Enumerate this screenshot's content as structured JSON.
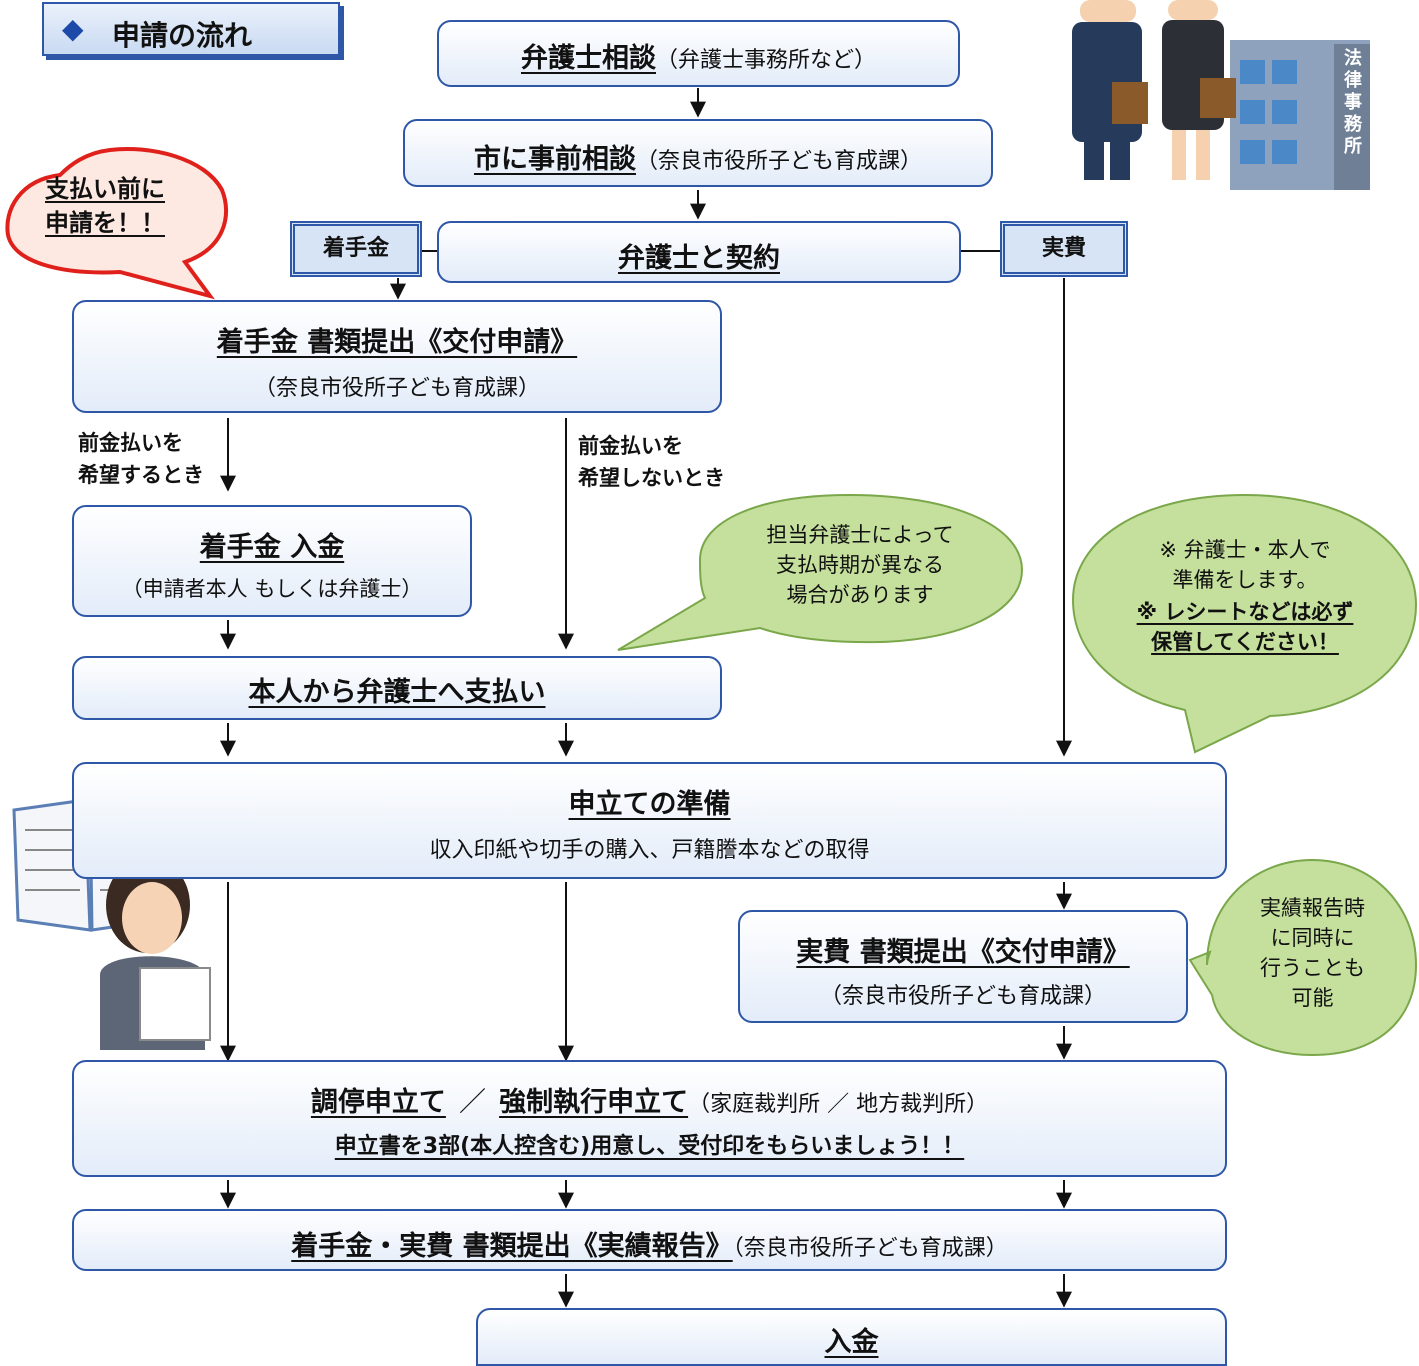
{
  "header": {
    "icon": "◆",
    "title": "申請の流れ"
  },
  "steps": {
    "consult": {
      "title": "弁護士相談",
      "sub": "（弁護士事務所など）"
    },
    "pre_consult": {
      "title": "市に事前相談",
      "sub": "（奈良市役所子ども育成課）"
    },
    "contract": {
      "title": "弁護士と契約"
    },
    "fee_application": {
      "title": "着手金 書類提出《交付申請》",
      "sub": "（奈良市役所子ども育成課）"
    },
    "fee_payment": {
      "title": "着手金 入金",
      "sub": "（申請者本人 もしくは弁護士）"
    },
    "pay_lawyer": {
      "title": "本人から弁護士へ支払い"
    },
    "prep": {
      "title": "申立ての準備",
      "sub": "収入印紙や切手の購入、戸籍謄本などの取得"
    },
    "actual_application": {
      "title": "実費 書類提出《交付申請》",
      "sub": "（奈良市役所子ども育成課）"
    },
    "petition": {
      "title1": "調停申立て",
      "sep": "／",
      "title2": "強制執行申立て",
      "sub": "（家庭裁判所 ／ 地方裁判所）",
      "note": "申立書を3部(本人控含む)用意し、受付印をもらいましょう！！"
    },
    "report": {
      "title": "着手金・実費 書類提出《実績報告》",
      "sub": "（奈良市役所子ども育成課）"
    },
    "payment": {
      "title": "入金"
    }
  },
  "tags": {
    "fee": "着手金",
    "actual": "実費"
  },
  "branch_labels": {
    "want_advance": "前金払いを\n希望するとき",
    "no_advance": "前金払いを\n希望しないとき"
  },
  "bubbles": {
    "red": "支払い前に\n申請を！！",
    "timing": "担当弁護士によって\n支払時期が異なる\n場合があります",
    "receipts_1": "※ 弁護士・本人で\n準備をします。",
    "receipts_2": "※ レシートなどは必ず\n保管してください！",
    "report_time": "実績報告時\nに同時に\n行うことも\n可能"
  },
  "building_sign": "法\n律\n事\n務\n所",
  "colors": {
    "border": "#2f57a8",
    "red": "#e0201a",
    "green_fill": "#c5df9d",
    "green_border": "#7aa74a"
  }
}
